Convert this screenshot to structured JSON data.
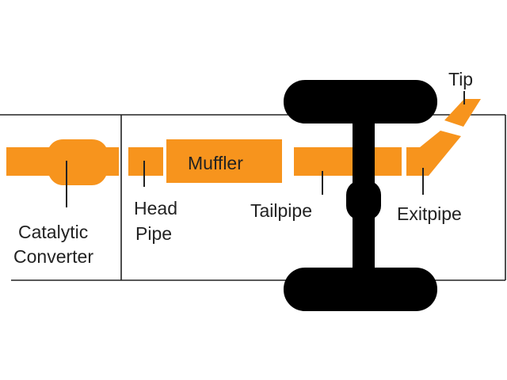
{
  "colors": {
    "pipe": "#f7941d",
    "wheel": "#000000",
    "frame_line": "#222222",
    "text": "#222222",
    "background": "#ffffff"
  },
  "labels": {
    "catalytic_line1": "Catalytic",
    "catalytic_line2": "Converter",
    "head_line1": "Head",
    "head_line2": "Pipe",
    "muffler": "Muffler",
    "tailpipe": "Tailpipe",
    "exitpipe": "Exitpipe",
    "tip": "Tip"
  }
}
